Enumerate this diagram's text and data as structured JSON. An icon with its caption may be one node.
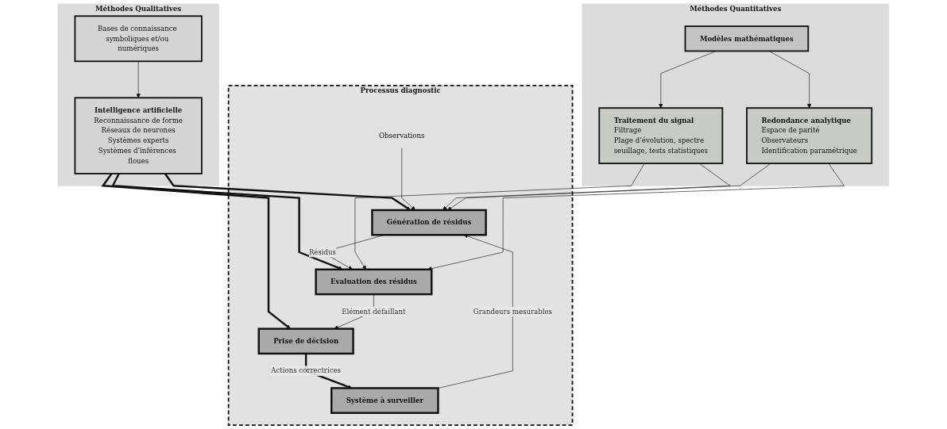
{
  "diagram": {
    "nodes": [
      {
        "text": [
          "Méthodes Qualitatives"
        ]
      },
      {
        "text": [
          "Bases de connaissance symboliques et/ou numériques"
        ],
        "in": 0
      },
      {
        "text": [
          "Intelligence artificielle",
          "Reconnaissance de forme",
          "Réseaux de neurones",
          "Systèmes experts",
          "Systèmes d’inférences floues"
        ],
        "in": 0
      },
      {
        "text": [
          "Processus diagnostic"
        ]
      },
      {
        "text": [
          "Système à surveiller"
        ],
        "in": 3
      },
      {
        "text": [
          "Observations"
        ],
        "in": 3
      },
      {
        "text": [
          "Génération de résidus"
        ],
        "in": 3
      },
      {
        "text": [
          "Evaluation des résidus"
        ],
        "in": 3
      },
      {
        "text": [
          "Prise de décision"
        ],
        "in": 3
      },
      {
        "text": [
          "Méthodes Quantitatives"
        ]
      },
      {
        "text": [
          "Traitement du signal",
          "Filtrage",
          "Plage d’évolution, spectre",
          "seuillage, tests statistiques"
        ],
        "in": 9
      },
      {
        "text": [
          "Redondance analytique",
          "Espace de parité",
          "Observateurs",
          "Identification paramétrique"
        ],
        "in": 9
      },
      {
        "text": [
          "Modèles mathématiques"
        ],
        "in": 9
      }
    ],
    "edges": [
      {
        "from": 1,
        "to": 2,
        "arrow": "to"
      },
      {
        "from": 2,
        "to": 6,
        "arrow": "to",
        "style": "thick"
      },
      {
        "from": 2,
        "to": 7,
        "arrow": "to",
        "style": "thick"
      },
      {
        "from": 2,
        "to": 8,
        "arrow": "to",
        "style": "thick"
      },
      {
        "from": 4,
        "to": 6,
        "arrow": "to",
        "label": "Grandeurs mesurables"
      },
      {
        "from": 5,
        "to": 6,
        "arrow": "to"
      },
      {
        "from": 6,
        "to": 7,
        "arrow": "to",
        "label": "Résidus"
      },
      {
        "from": 7,
        "to": 8,
        "arrow": "to",
        "label": "Elément défaillant"
      },
      {
        "from": 8,
        "to": 4,
        "arrow": "to",
        "label": "Actions correctrices",
        "style": "thick"
      },
      {
        "from": 10,
        "to": 6,
        "arrow": "to"
      },
      {
        "from": 10,
        "to": 7,
        "arrow": "to"
      },
      {
        "from": 11,
        "to": 6,
        "arrow": "to"
      },
      {
        "from": 11,
        "to": 7,
        "arrow": "to"
      },
      {
        "from": 12,
        "to": 10,
        "arrow": "to"
      },
      {
        "from": 12,
        "to": 11,
        "arrow": "to"
      }
    ]
  }
}
